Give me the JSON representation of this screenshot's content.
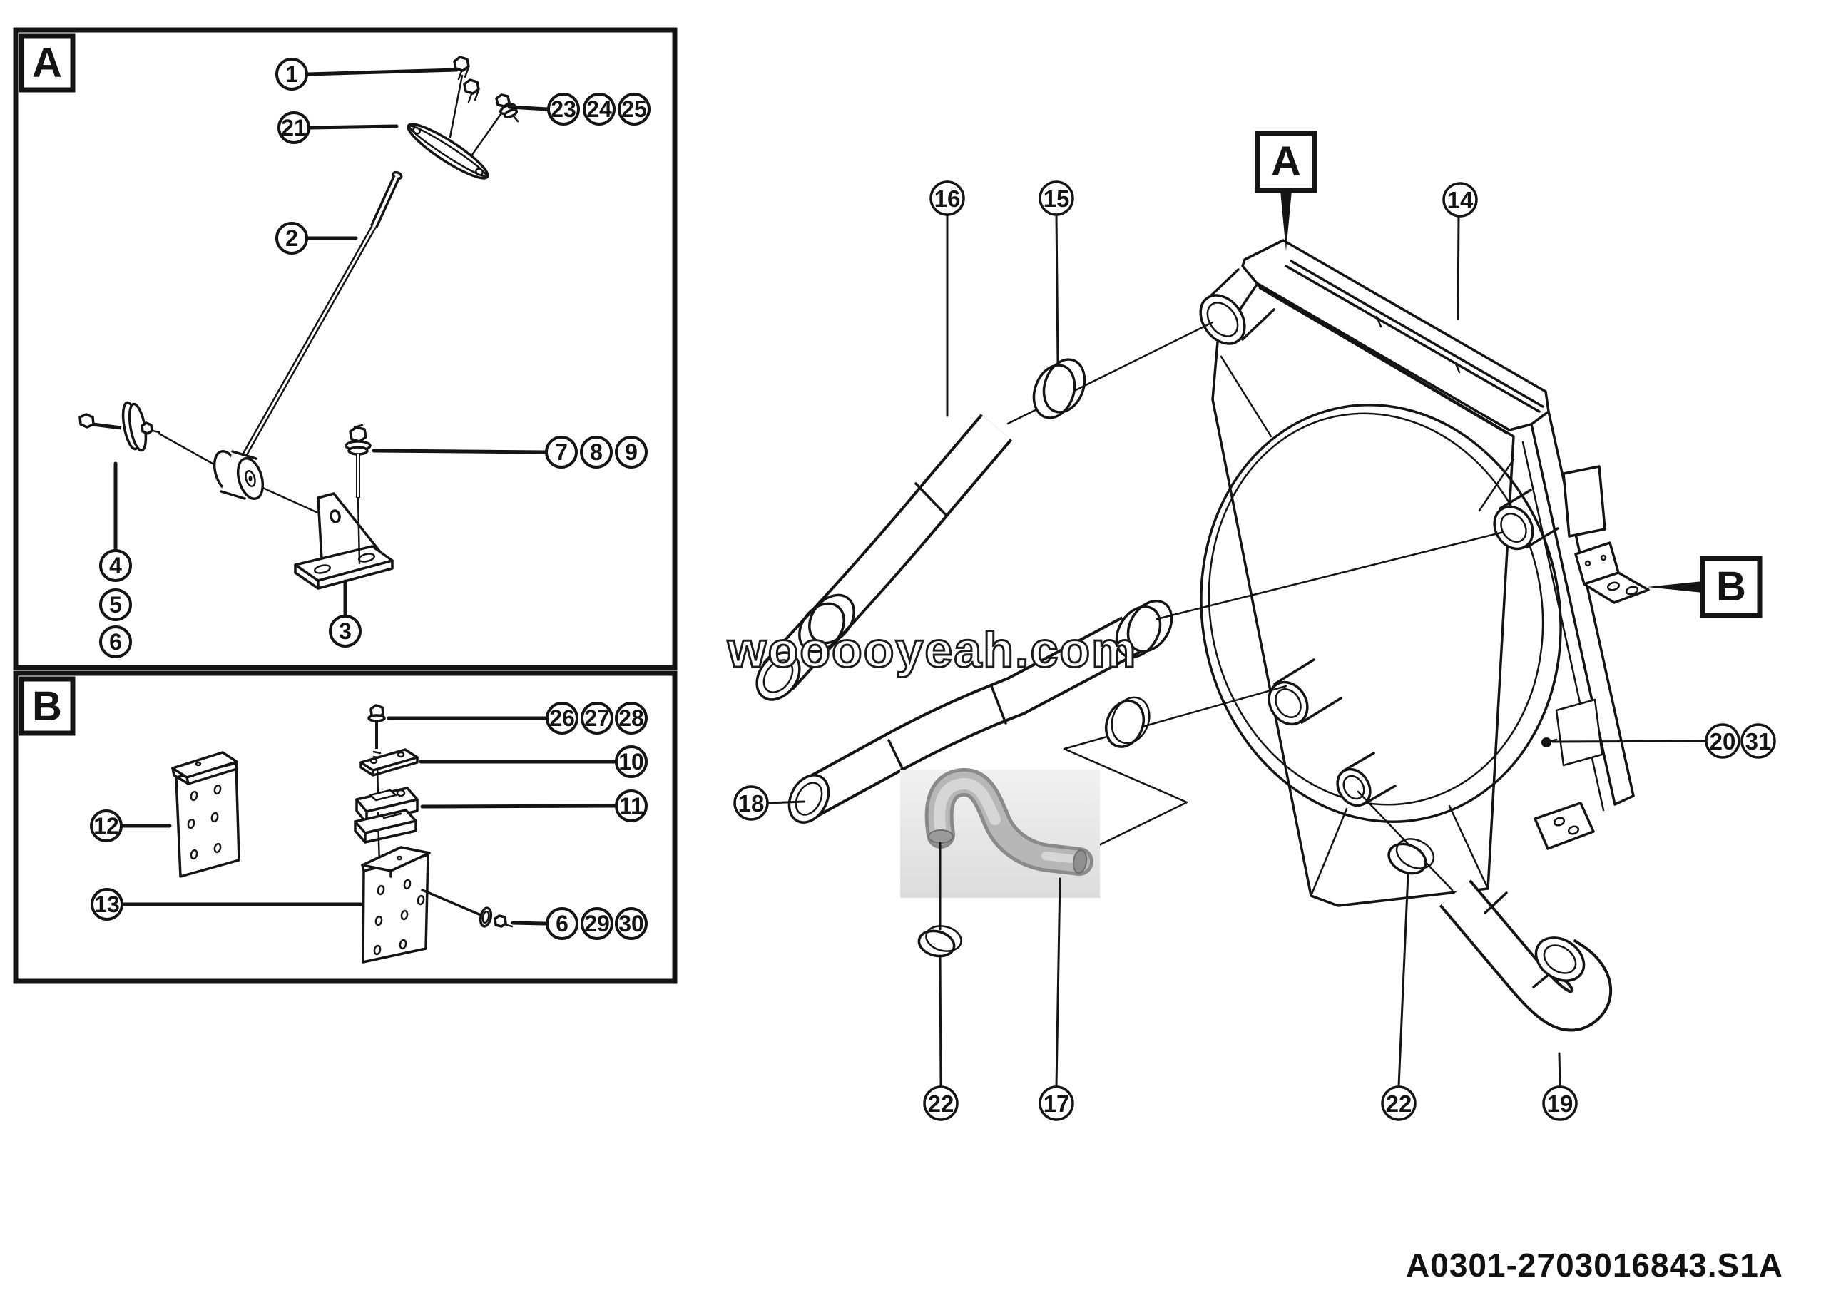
{
  "document": {
    "type": "exploded-parts-diagram",
    "part_number": "A0301-2703016843.S1A",
    "watermark": "wooooyeah.com"
  },
  "colors": {
    "line": "#141414",
    "background": "#ffffff",
    "inset_bg_top": "#f1f1f1",
    "inset_bg_bottom": "#dcdcdc",
    "pipe_gray_dark": "#8a8a8a",
    "pipe_gray_mid": "#b7b7b7",
    "pipe_gray_light": "#d6d6d6"
  },
  "section_labels": {
    "panel_a": "A",
    "panel_b": "B",
    "view_a": "A",
    "view_b": "B"
  },
  "callouts": {
    "panel_a": [
      "1",
      "21",
      "23",
      "24",
      "25",
      "2",
      "7",
      "8",
      "9",
      "4",
      "5",
      "6",
      "3"
    ],
    "panel_b": [
      "26",
      "27",
      "28",
      "10",
      "11",
      "12",
      "13",
      "6",
      "29",
      "30"
    ],
    "main": [
      "16",
      "15",
      "14",
      "18",
      "20",
      "31",
      "22",
      "17",
      "22",
      "19"
    ]
  }
}
